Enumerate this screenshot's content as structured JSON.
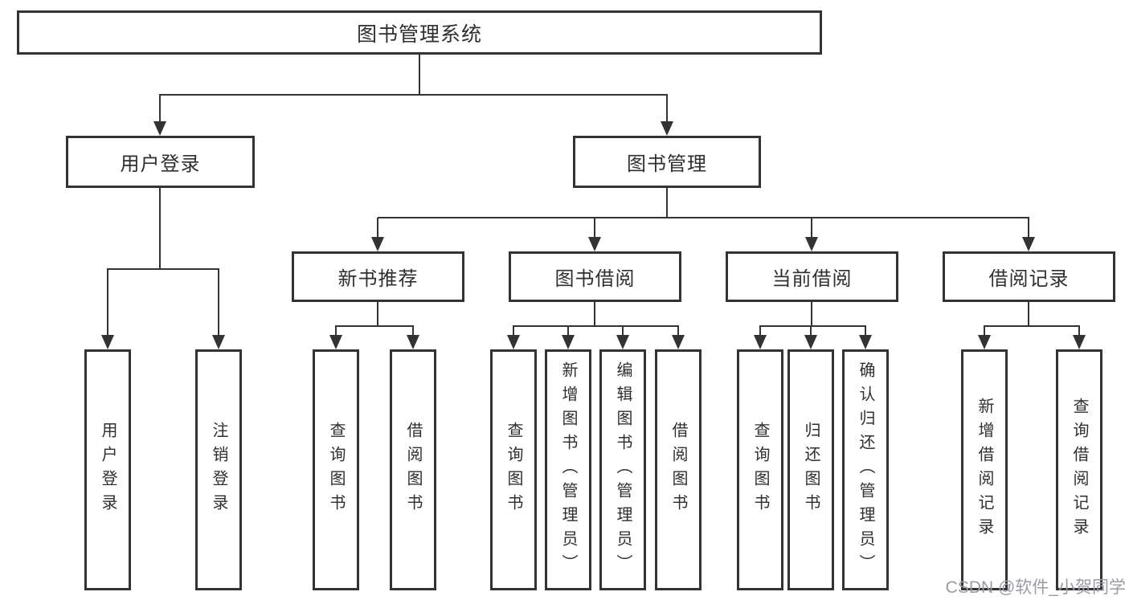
{
  "diagram_type": "hierarchy-structure-chart",
  "colors": {
    "line": "#333333",
    "text": "#2f2f2f",
    "background": "#ffffff",
    "watermark": "#9b9ba3"
  },
  "tree": {
    "label": "图书管理系统",
    "children": [
      {
        "label": "用户登录",
        "children": [
          {
            "label": "用户登录"
          },
          {
            "label": "注销登录"
          }
        ]
      },
      {
        "label": "图书管理",
        "children": [
          {
            "label": "新书推荐",
            "children": [
              {
                "label": "查询图书"
              },
              {
                "label": "借阅图书"
              }
            ]
          },
          {
            "label": "图书借阅",
            "children": [
              {
                "label": "查询图书"
              },
              {
                "label": "新增图书（管理员）"
              },
              {
                "label": "编辑图书（管理员）"
              },
              {
                "label": "借阅图书"
              }
            ]
          },
          {
            "label": "当前借阅",
            "children": [
              {
                "label": "查询图书"
              },
              {
                "label": "归还图书"
              },
              {
                "label": "确认归还（管理员）"
              }
            ]
          },
          {
            "label": "借阅记录",
            "children": [
              {
                "label": "新增借阅记录"
              },
              {
                "label": "查询借阅记录"
              }
            ]
          }
        ]
      }
    ]
  },
  "watermark": {
    "text": "CSDN @软件_小贺同学"
  }
}
